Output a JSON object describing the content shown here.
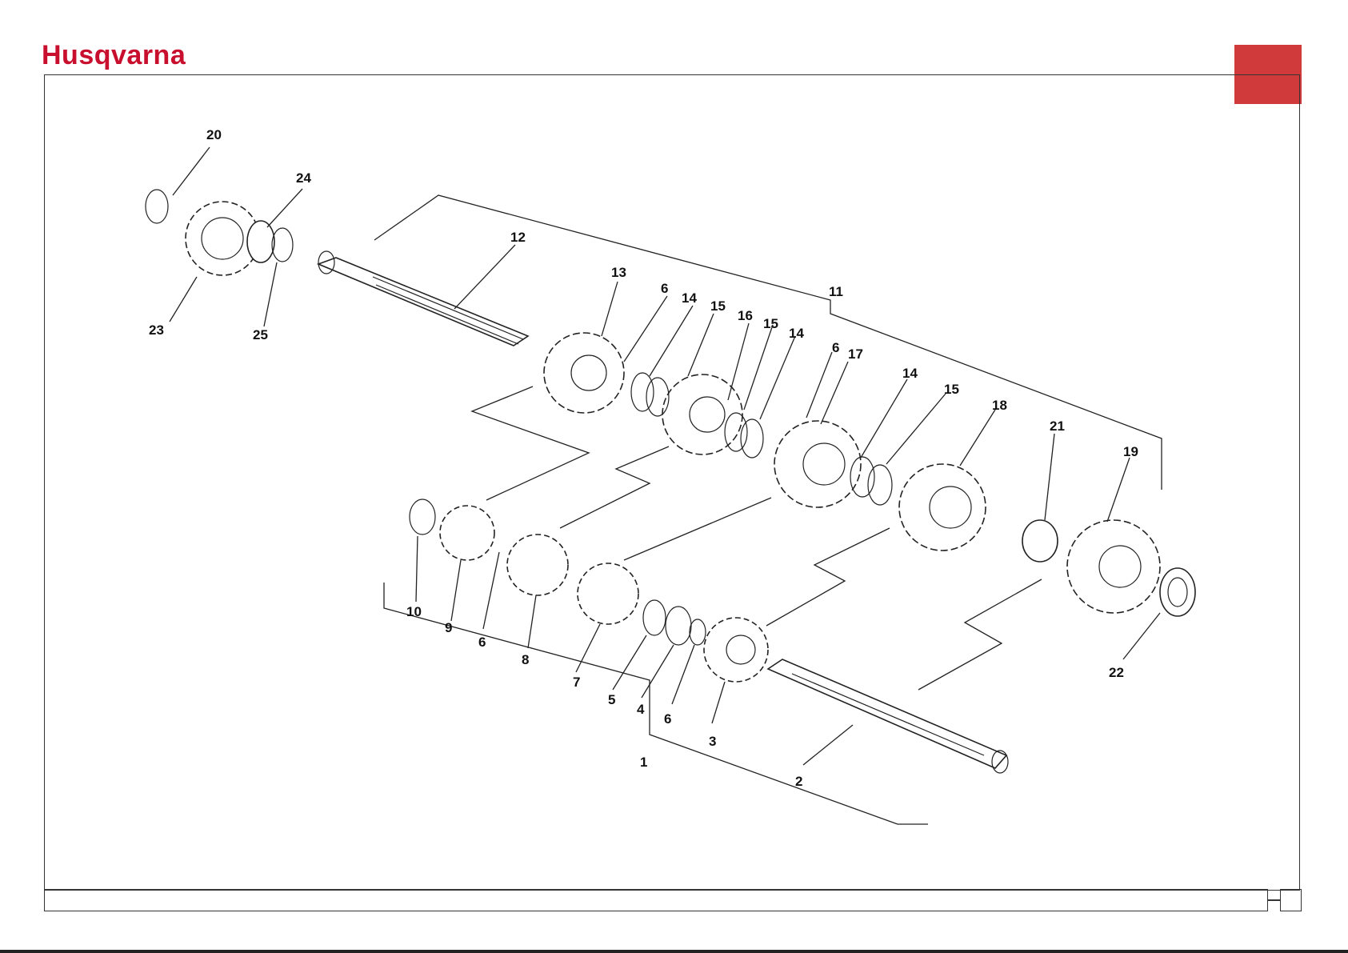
{
  "header": {
    "brand": "Husqvarna",
    "accent_color": "#c8102e",
    "tab_color": "#d03a3a"
  },
  "diagram": {
    "callouts": [
      "1",
      "2",
      "3",
      "4",
      "5",
      "6",
      "6",
      "6",
      "6",
      "7",
      "8",
      "9",
      "10",
      "11",
      "12",
      "13",
      "14",
      "14",
      "14",
      "15",
      "15",
      "15",
      "16",
      "17",
      "18",
      "19",
      "20",
      "21",
      "22",
      "23",
      "24",
      "25"
    ]
  }
}
